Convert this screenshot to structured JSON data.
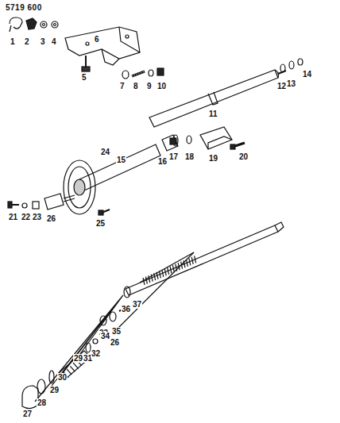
{
  "diagram": {
    "labels": [
      "5719 600",
      "1",
      "2",
      "3",
      "4",
      "5",
      "6",
      "7",
      "8",
      "9",
      "10",
      "11",
      "12",
      "13",
      "14",
      "15",
      "16",
      "17",
      "18",
      "19",
      "20",
      "21",
      "22",
      "23",
      "24",
      "25",
      "26",
      "27",
      "28",
      "29",
      "30",
      "29",
      "31",
      "32",
      "33",
      "34",
      "35",
      "36",
      "37",
      "26"
    ]
  }
}
